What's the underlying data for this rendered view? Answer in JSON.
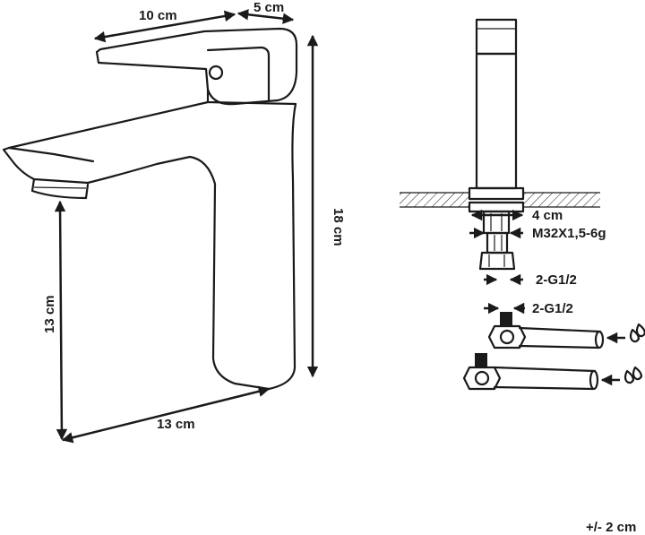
{
  "labels": {
    "handle_length": "10 cm",
    "handle_height": "5 cm",
    "total_height": "18 cm",
    "spout_height": "13 cm",
    "spout_reach": "13 cm",
    "nut_width": "4 cm",
    "thread_spec": "M32X1,5-6g",
    "connector_1": "2-G1/2",
    "connector_2": "2-G1/2",
    "tolerance": "+/- 2 cm"
  },
  "icons": {
    "hot_water": "water-drops-icon",
    "cold_water": "water-drops-icon"
  },
  "colors": {
    "line": "#1a1a1a",
    "background": "#ffffff"
  }
}
